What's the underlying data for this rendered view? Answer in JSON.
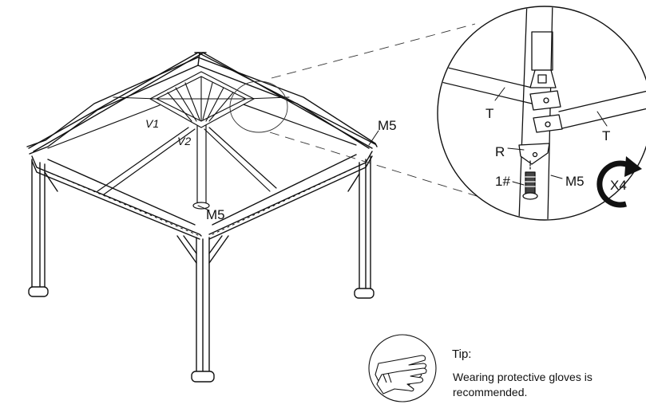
{
  "labels": {
    "v1": "V1",
    "v2": "V2",
    "m5_right": "M5",
    "m5_center": "M5",
    "detail_t_left": "T",
    "detail_t_right": "T",
    "detail_r": "R",
    "detail_1": "1#",
    "detail_m5": "M5",
    "repeat": "X4"
  },
  "tip": {
    "title": "Tip:",
    "text": "Wearing protective gloves is recommended."
  },
  "icons": {
    "gazebo": "gazebo-frame-icon",
    "detail": "magnified-bolt-detail-icon",
    "rotate": "rotate-arrow-icon",
    "gloves": "gloves-icon"
  }
}
